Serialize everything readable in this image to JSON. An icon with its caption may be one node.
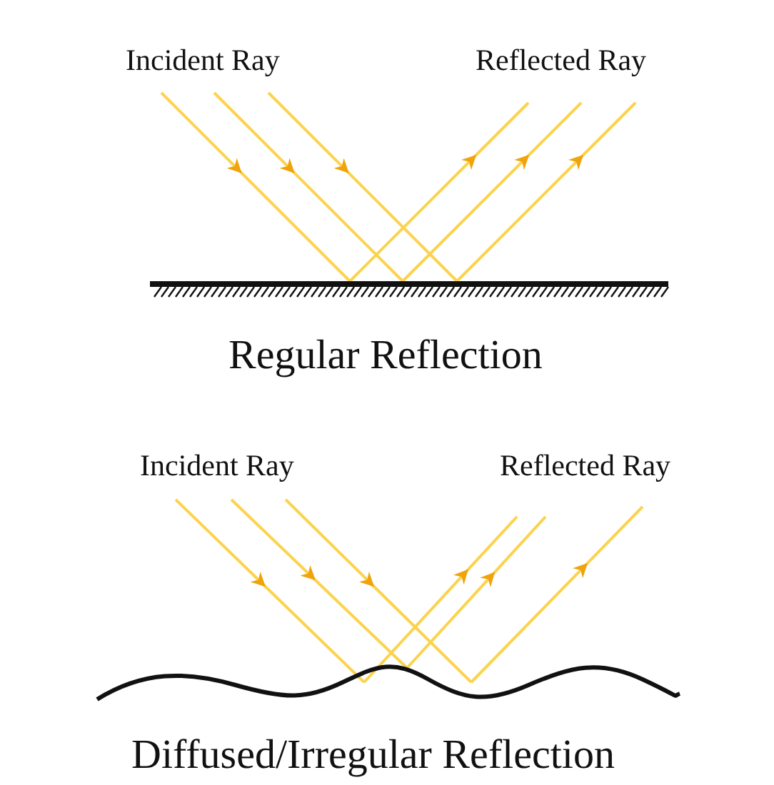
{
  "diagram": {
    "labels": [
      "Incident Ray",
      "Reflected Ray",
      "Regular Reflection",
      "Incident Ray",
      "Reflected Ray",
      "Diffused/Irregular Reflection"
    ]
  }
}
